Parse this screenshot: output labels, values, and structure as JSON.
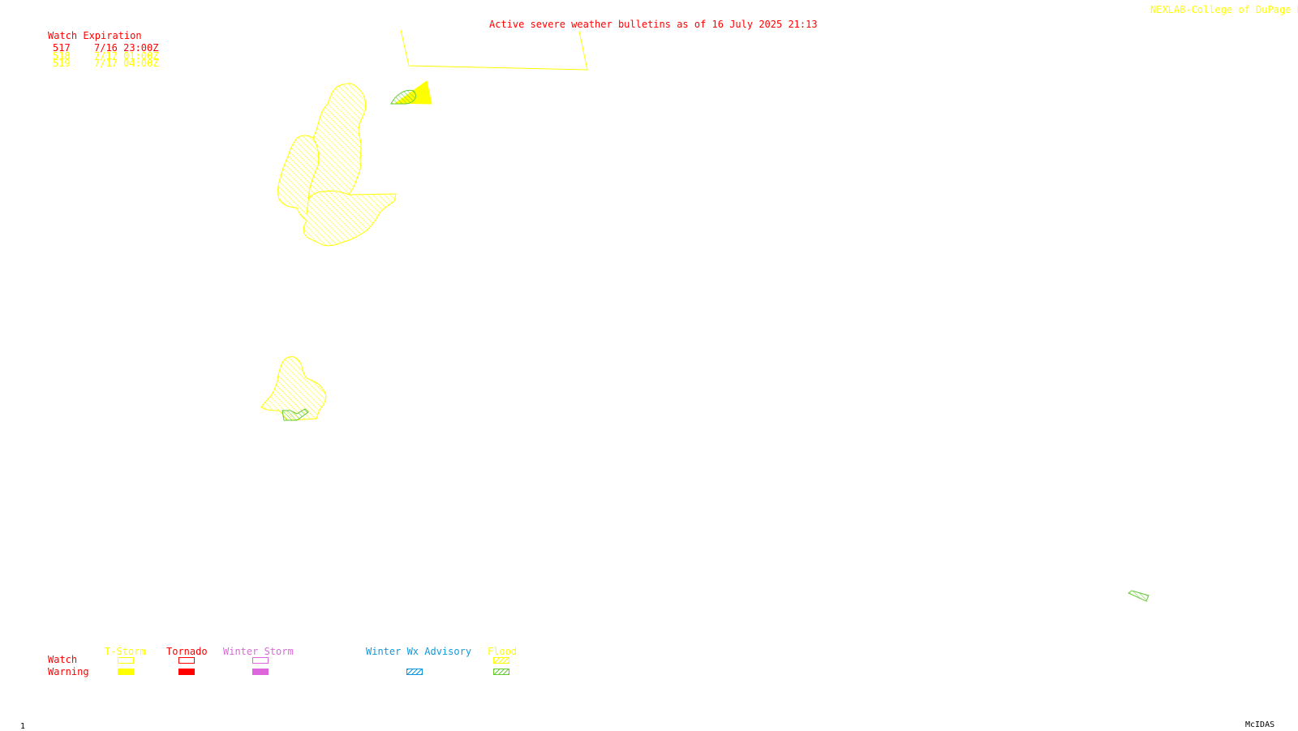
{
  "header": {
    "bulletin_title": "Active severe weather bulletins as of 16 July 2025 21:13",
    "credit": "NEXLAB-College of DuPage R"
  },
  "watch_panel": {
    "title": "Watch Expiration",
    "watches": [
      {
        "number": "517",
        "expires": "7/16 23:00Z",
        "color": "#ff0000"
      },
      {
        "number": "518",
        "expires": "7/17 01:00Z",
        "color": "#ffff00"
      },
      {
        "number": "519",
        "expires": "7/17 04:00Z",
        "color": "#ffff00"
      }
    ]
  },
  "legend": {
    "row_labels": {
      "watch": "Watch",
      "warning": "Warning"
    },
    "categories": [
      {
        "label": "T-Storm",
        "color": "#ffff00",
        "watch_style": "outline",
        "warning_style": "filled"
      },
      {
        "label": "Tornado",
        "color": "#ff0000",
        "watch_style": "outline",
        "warning_style": "filled"
      },
      {
        "label": "Winter Storm",
        "color": "#dd66dd",
        "watch_style": "outline",
        "warning_style": "filled"
      },
      {
        "label": "Winter Wx Advisory",
        "color": "#1199dd",
        "watch_style": "none",
        "warning_style": "hatched"
      },
      {
        "label": "Flood",
        "color": "#ffff00",
        "warning_color": "#66cc33",
        "watch_style": "hatched",
        "warning_style": "hatched"
      }
    ]
  },
  "footer": {
    "frame_number": "1",
    "software": "McIDAS"
  },
  "colors": {
    "background": "#ffffff",
    "tstorm": "#ffff00",
    "tornado": "#ff0000",
    "winter_storm": "#dd66dd",
    "winter_advisory": "#1199dd",
    "flood_watch": "#ffff00",
    "flood_warning": "#66cc33"
  }
}
